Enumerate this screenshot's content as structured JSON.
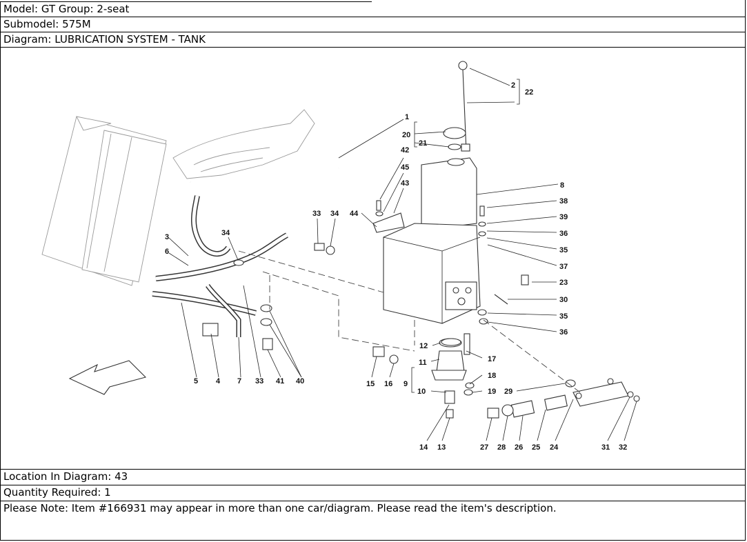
{
  "header": {
    "model_line": "Model: GT Group: 2-seat",
    "submodel_line": "Submodel: 575M",
    "diagram_line": "Diagram: LUBRICATION SYSTEM - TANK"
  },
  "diagram": {
    "callouts": [
      "1",
      "2",
      "22",
      "20",
      "21",
      "42",
      "45",
      "43",
      "44",
      "33",
      "34",
      "3",
      "6",
      "34",
      "8",
      "38",
      "39",
      "36",
      "35",
      "37",
      "23",
      "30",
      "35",
      "36",
      "12",
      "17",
      "11",
      "18",
      "9",
      "10",
      "19",
      "29",
      "5",
      "4",
      "7",
      "33",
      "41",
      "40",
      "15",
      "16",
      "14",
      "13",
      "27",
      "28",
      "26",
      "25",
      "24",
      "31",
      "32"
    ]
  },
  "footer": {
    "location_line": "Location In Diagram: 43",
    "quantity_line": "Quantity Required: 1",
    "note_line": "Please Note: Item #166931 may appear in more than one car/diagram. Please read the item's description."
  }
}
